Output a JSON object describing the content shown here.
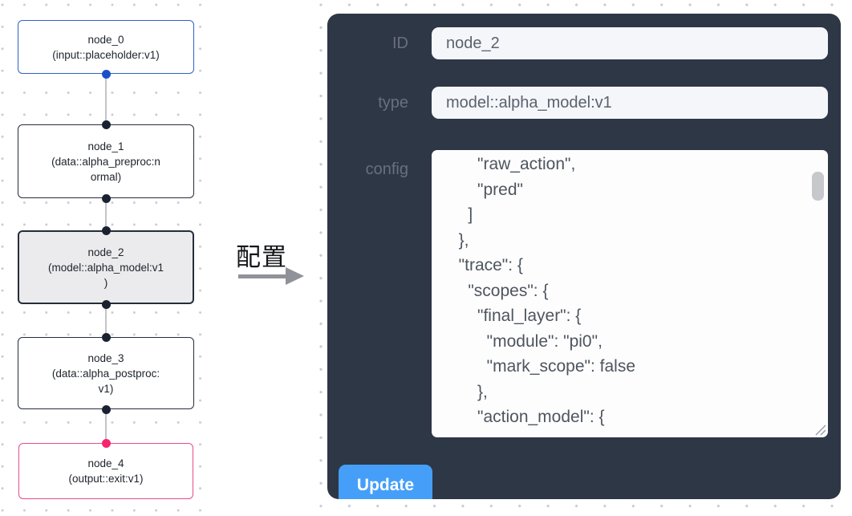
{
  "graph": {
    "nodes": [
      {
        "id": "node_0",
        "title": "node_0",
        "subtitle": "(input::placeholder:v1)",
        "accent_color": "#2e62c9",
        "selected": false
      },
      {
        "id": "node_1",
        "title": "node_1",
        "subtitle": "(data::alpha_preproc:n\normal)",
        "accent_color": "#262d3a",
        "selected": false
      },
      {
        "id": "node_2",
        "title": "node_2",
        "subtitle": "(model::alpha_model:v1\n)",
        "accent_color": "#262d3a",
        "selected": true
      },
      {
        "id": "node_3",
        "title": "node_3",
        "subtitle": "(data::alpha_postproc:\nv1)",
        "accent_color": "#262d3a",
        "selected": false
      },
      {
        "id": "node_4",
        "title": "node_4",
        "subtitle": "(output::exit:v1)",
        "accent_color": "#e64c8c",
        "selected": false
      }
    ],
    "edges": [
      [
        "node_0",
        "node_1"
      ],
      [
        "node_1",
        "node_2"
      ],
      [
        "node_2",
        "node_3"
      ],
      [
        "node_3",
        "node_4"
      ]
    ],
    "port_colors": {
      "blue": "#1d4ec9",
      "dark": "#1a2232",
      "pink": "#f5256e"
    }
  },
  "transition": {
    "label": "配置",
    "arrow_icon": "right-arrow",
    "arrow_color": "#8f9298"
  },
  "panel": {
    "background_color": "#2e3746",
    "fields": [
      {
        "label": "ID",
        "value": "node_2"
      },
      {
        "label": "type",
        "value": "model::alpha_model:v1"
      }
    ],
    "config_label": "config",
    "config_value": "      \"raw_action\",\n      \"pred\"\n    ]\n  },\n  \"trace\": {\n    \"scopes\": {\n      \"final_layer\": {\n        \"module\": \"pi0\",\n        \"mark_scope\": false\n      },\n      \"action_model\": {",
    "update_label": "Update",
    "update_color": "#459ff8"
  }
}
